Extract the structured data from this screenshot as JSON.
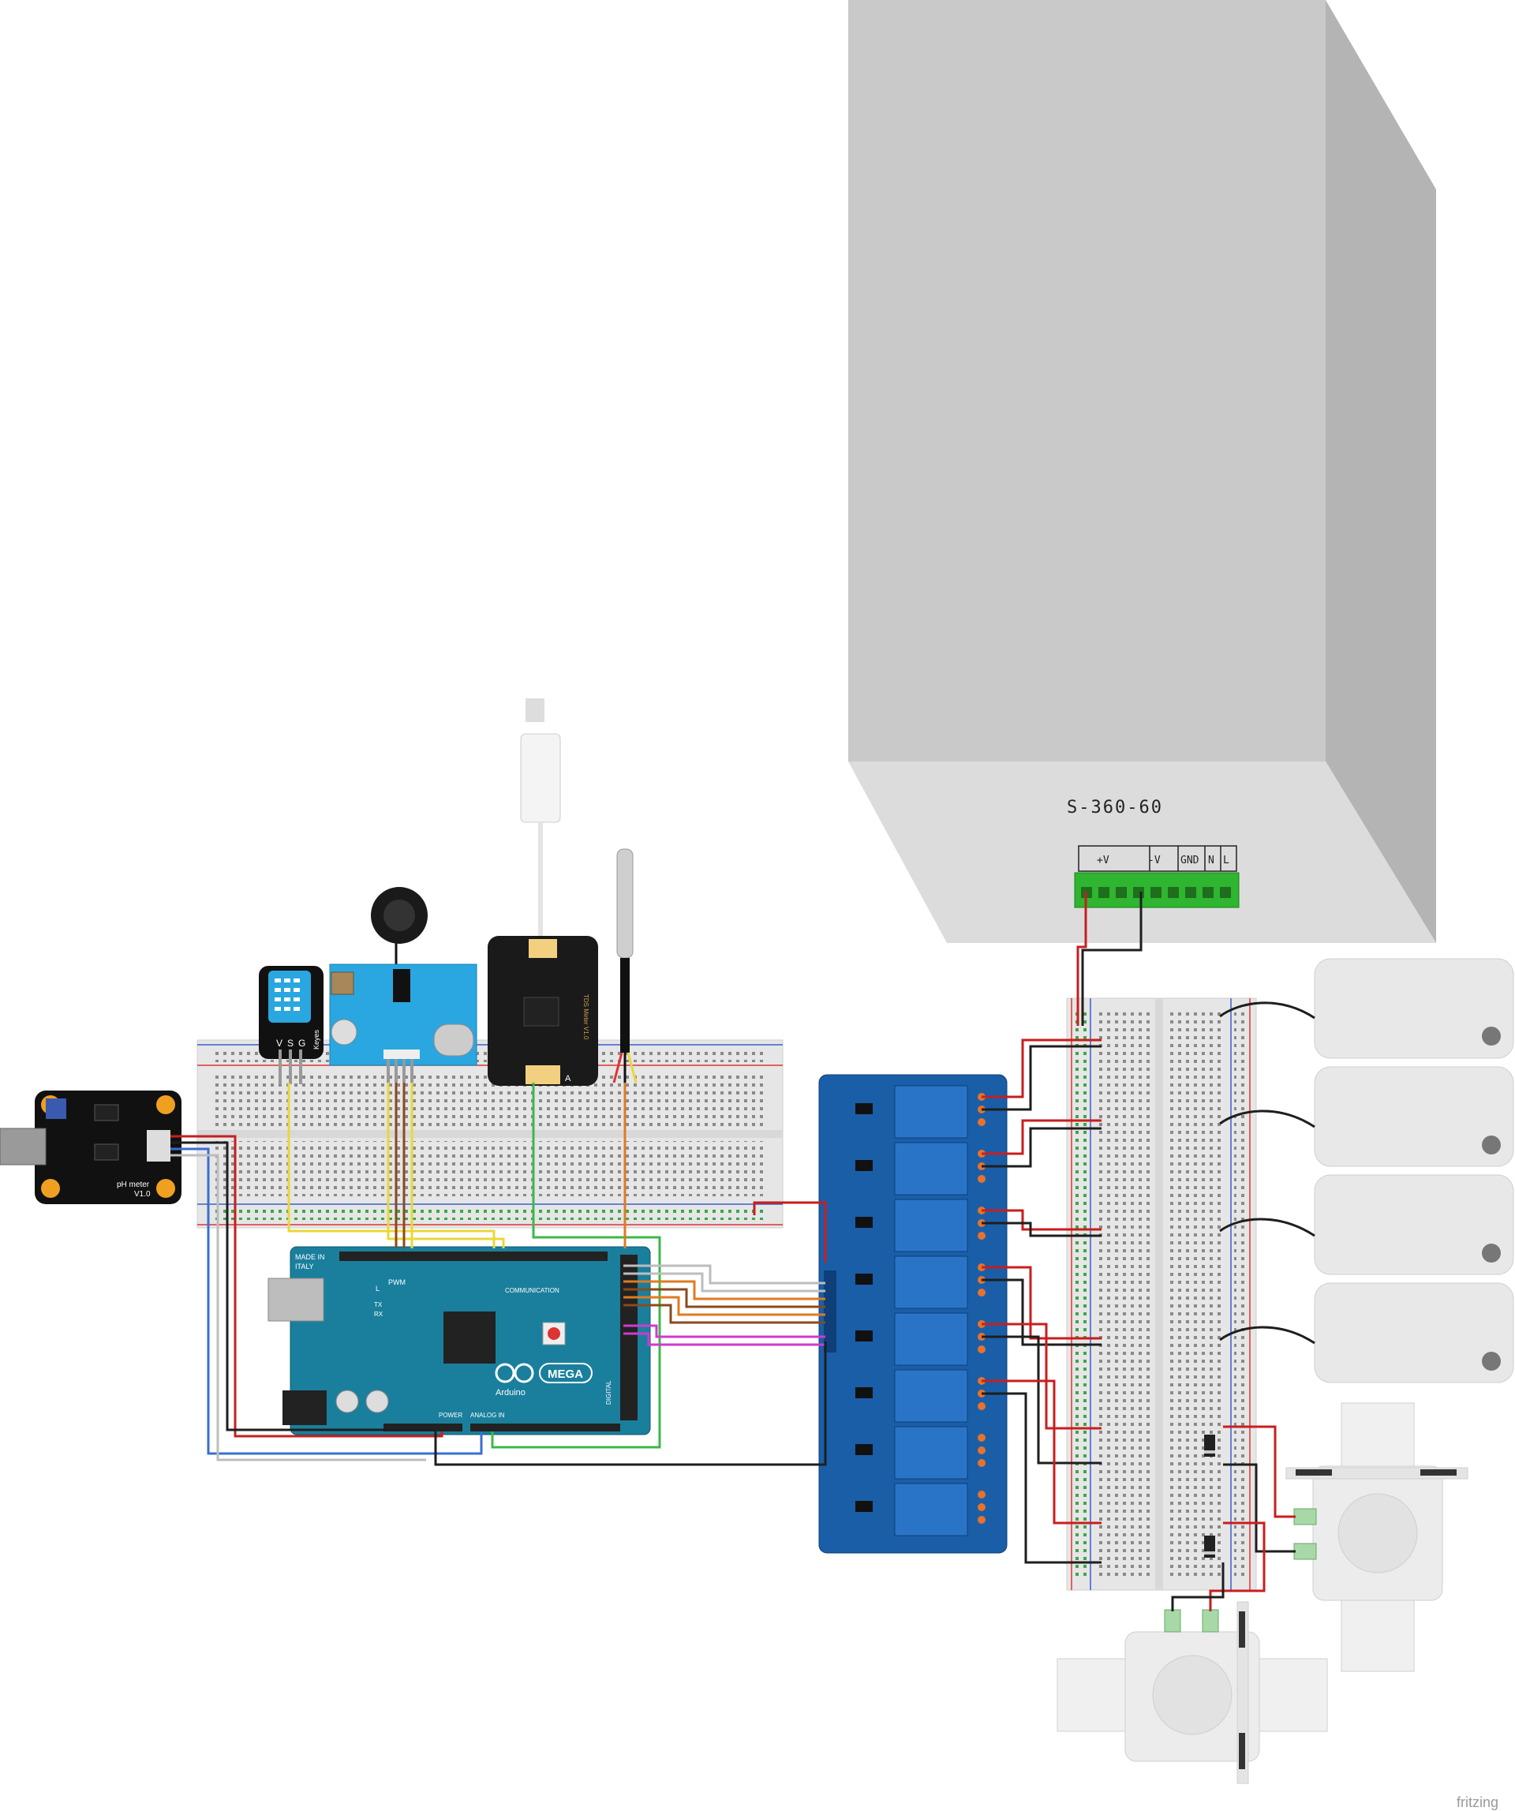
{
  "psu": {
    "model_label": "S-360-60",
    "terminal_labels": [
      "+V",
      "-V",
      "GND",
      "N",
      "L"
    ]
  },
  "ph_meter": {
    "label_line1": "pH meter",
    "label_line2": "V1.0"
  },
  "dht": {
    "pin_labels": [
      "V",
      "S",
      "G"
    ],
    "side_label": "Keyes"
  },
  "tds": {
    "label": "TDS Meter V1.0",
    "corner": "A"
  },
  "arduino": {
    "label_made_in": "MADE IN",
    "label_italy": "ITALY",
    "label_mega": "MEGA",
    "label_arduino": "Arduino",
    "label_pwm": "PWM",
    "label_communication": "COMMUNICATION",
    "label_power": "POWER",
    "label_analog_in": "ANALOG IN",
    "label_digital": "DIGITAL",
    "label_tx": "TX",
    "label_rx": "RX",
    "label_l": "L"
  },
  "watermark": "fritzing",
  "colors": {
    "psu_front": "#c8c8c8",
    "psu_side": "#b4b4b4",
    "psu_bottom": "#dcdcdc",
    "terminal_green": "#2fb52f",
    "relay_board": "#1a5ea8",
    "arduino_teal": "#1a7f9c",
    "module_blue": "#2aa7e0",
    "wire_red": "#c81e1e",
    "wire_black": "#1e1e1e",
    "wire_yellow": "#e8d83a",
    "wire_green": "#3cb84a",
    "wire_orange": "#e07a22",
    "wire_brown": "#8b4a1c",
    "wire_blue": "#3a6fd0",
    "wire_magenta": "#d03ad0",
    "wire_white": "#bdbdbd"
  }
}
